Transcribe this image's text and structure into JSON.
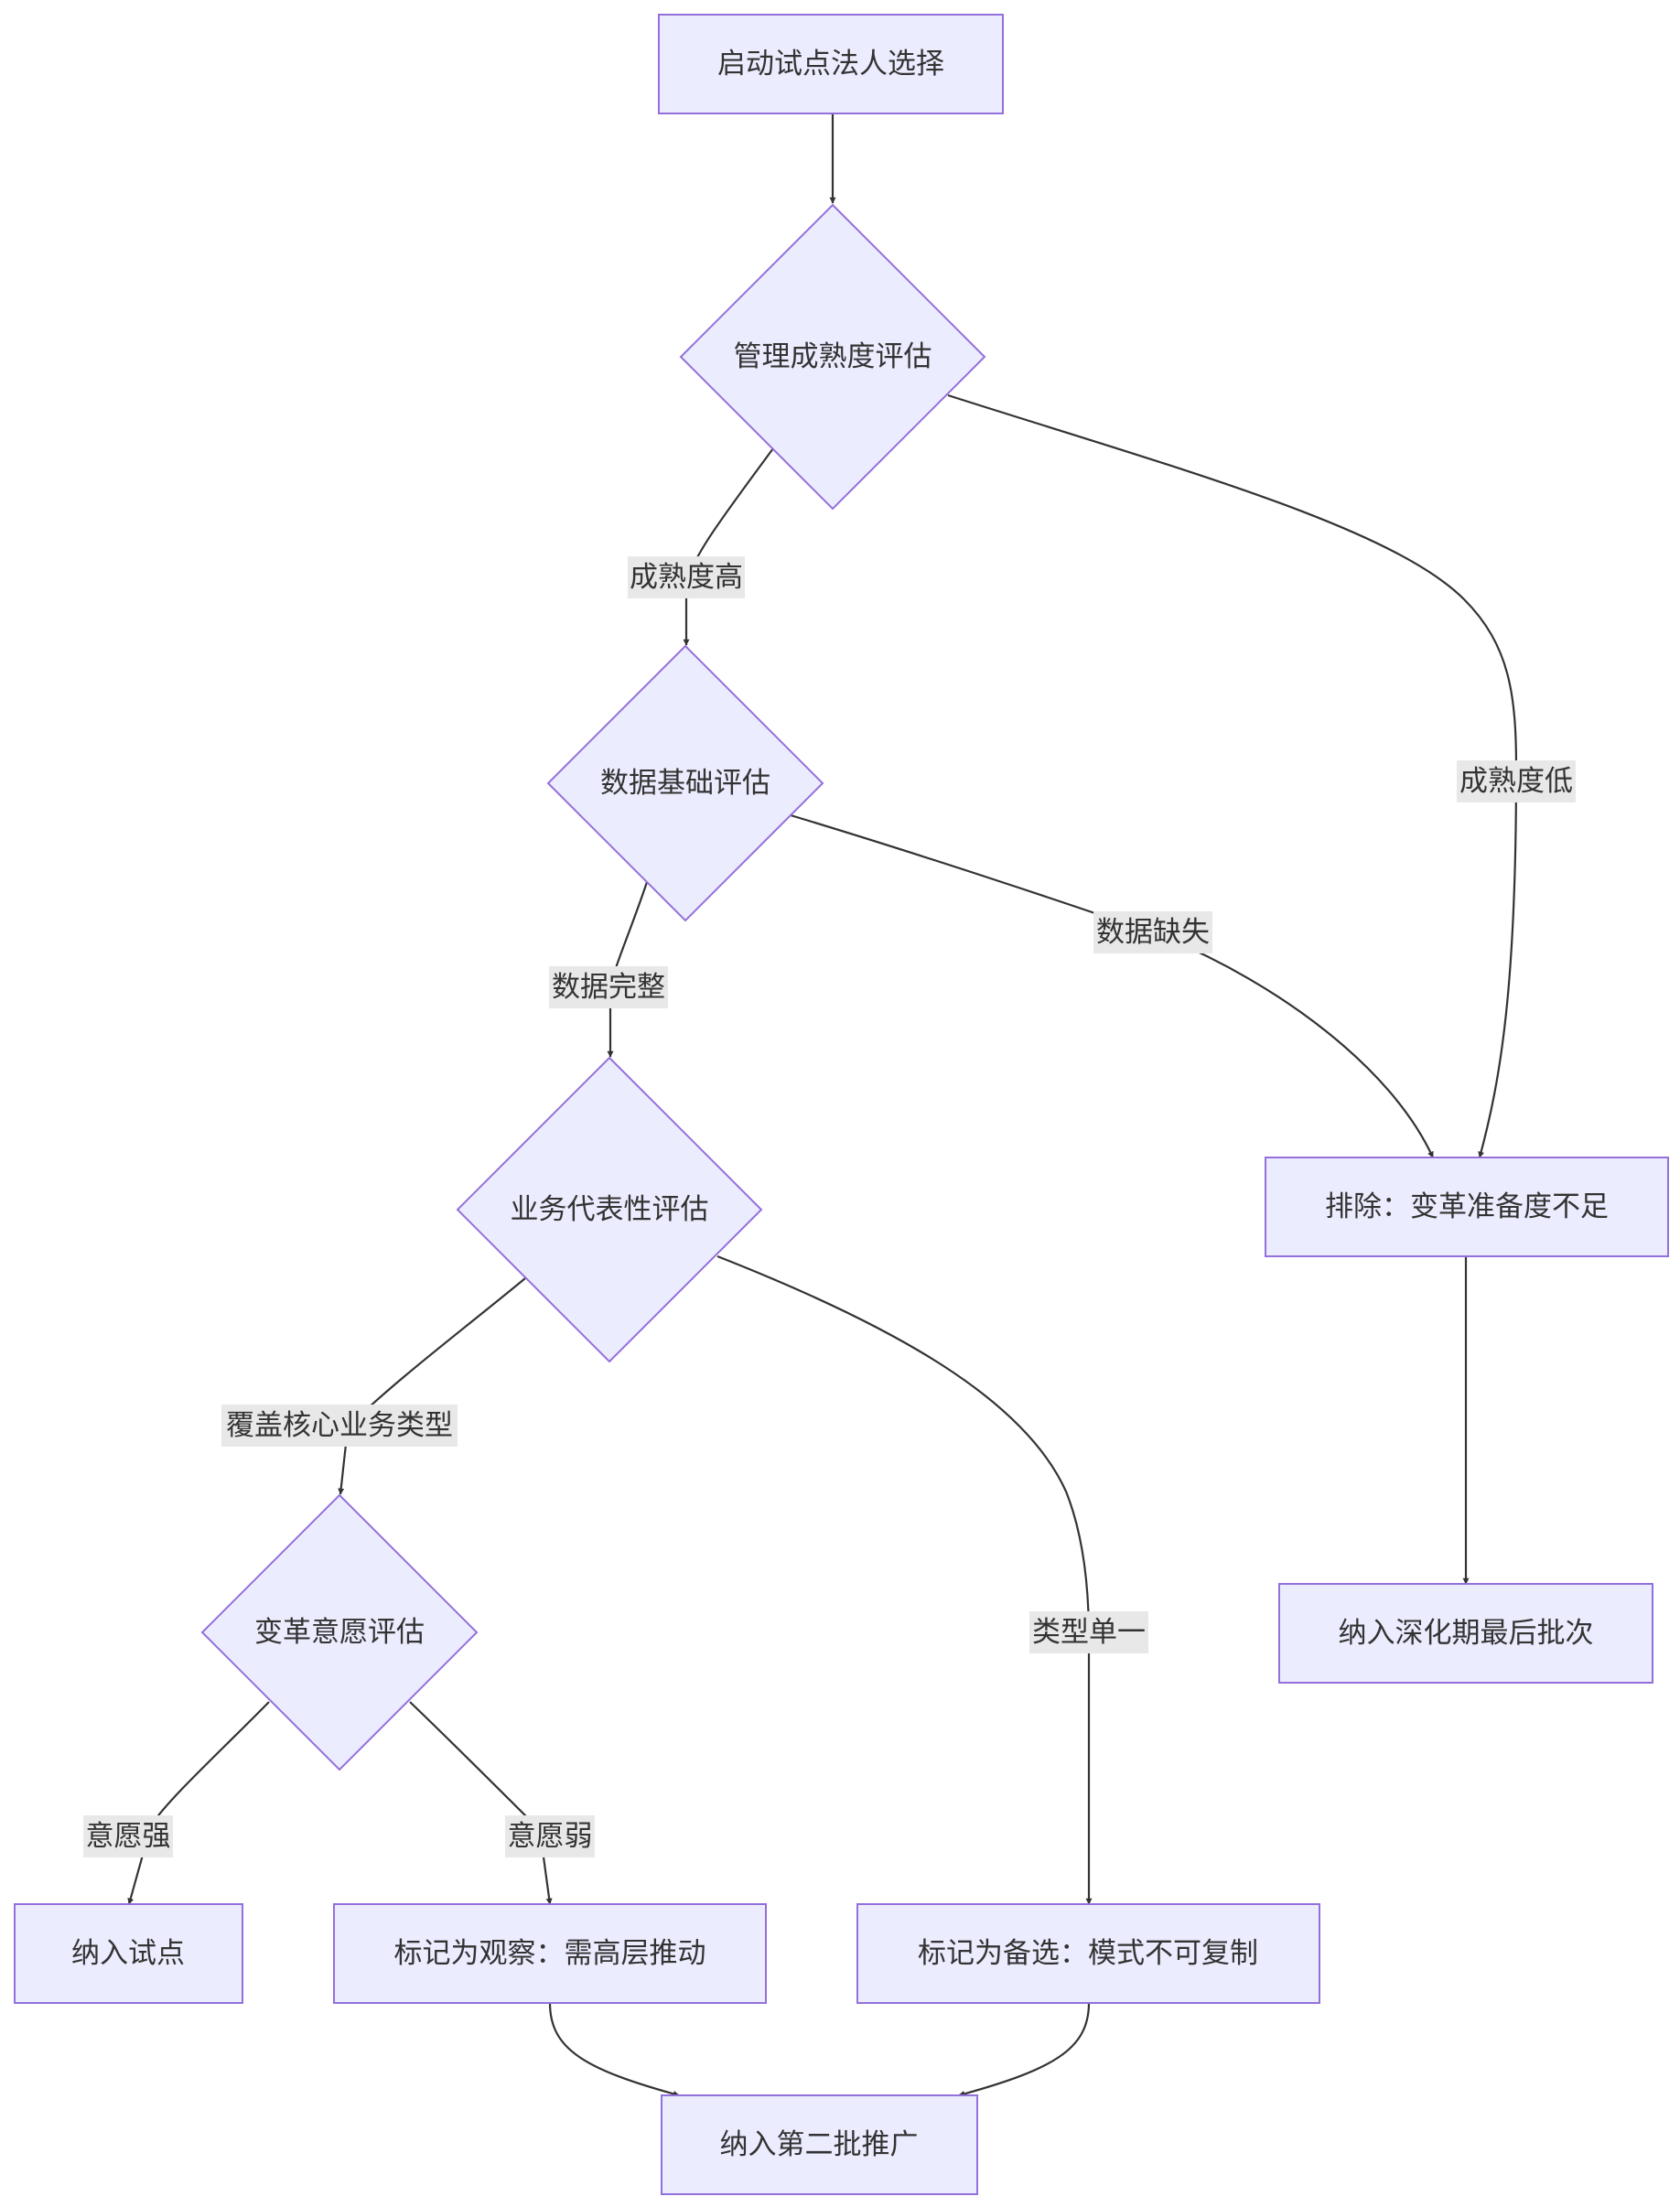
{
  "nodes": {
    "start": "启动试点法人选择",
    "maturity": "管理成熟度评估",
    "data": "数据基础评估",
    "business": "业务代表性评估",
    "willingness": "变革意愿评估",
    "exclude": "排除：变革准备度不足",
    "deepen": "纳入深化期最后批次",
    "pilot": "纳入试点",
    "observe": "标记为观察：需高层推动",
    "backup": "标记为备选：模式不可复制",
    "second": "纳入第二批推广"
  },
  "edges": {
    "maturity_high": "成熟度高",
    "maturity_low": "成熟度低",
    "data_complete": "数据完整",
    "data_missing": "数据缺失",
    "covers_core": "覆盖核心业务类型",
    "single_type": "类型单一",
    "will_strong": "意愿强",
    "will_weak": "意愿弱"
  }
}
